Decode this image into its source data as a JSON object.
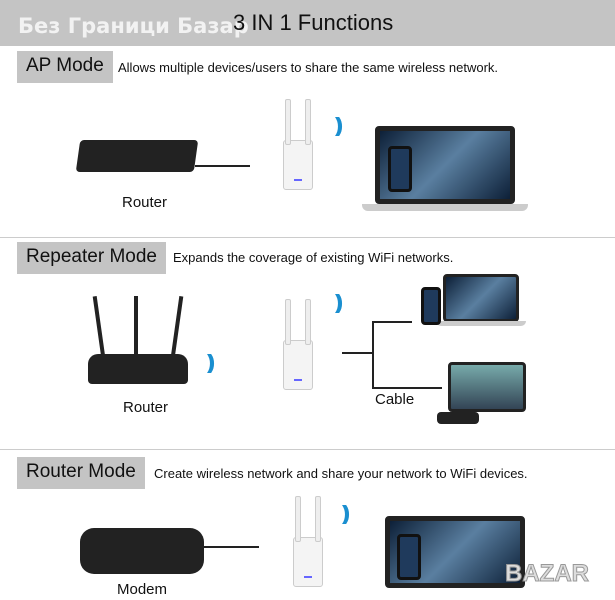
{
  "header": {
    "watermark": "Без Граници Базар",
    "title": "3 IN 1 Functions"
  },
  "sections": [
    {
      "mode": "AP Mode",
      "description": "Allows multiple devices/users to share the same wireless network.",
      "labels": [
        "Router"
      ]
    },
    {
      "mode": "Repeater Mode",
      "description": "Expands the coverage of existing WiFi networks.",
      "labels": [
        "Router",
        "Cable"
      ]
    },
    {
      "mode": "Router Mode",
      "description": "Create wireless network and share your network to WiFi devices.",
      "labels": [
        "Modem"
      ]
    }
  ],
  "logo_watermark": "BAZAR",
  "colors": {
    "header": "#c4c4c4",
    "wifi": "#1a8fd0"
  }
}
